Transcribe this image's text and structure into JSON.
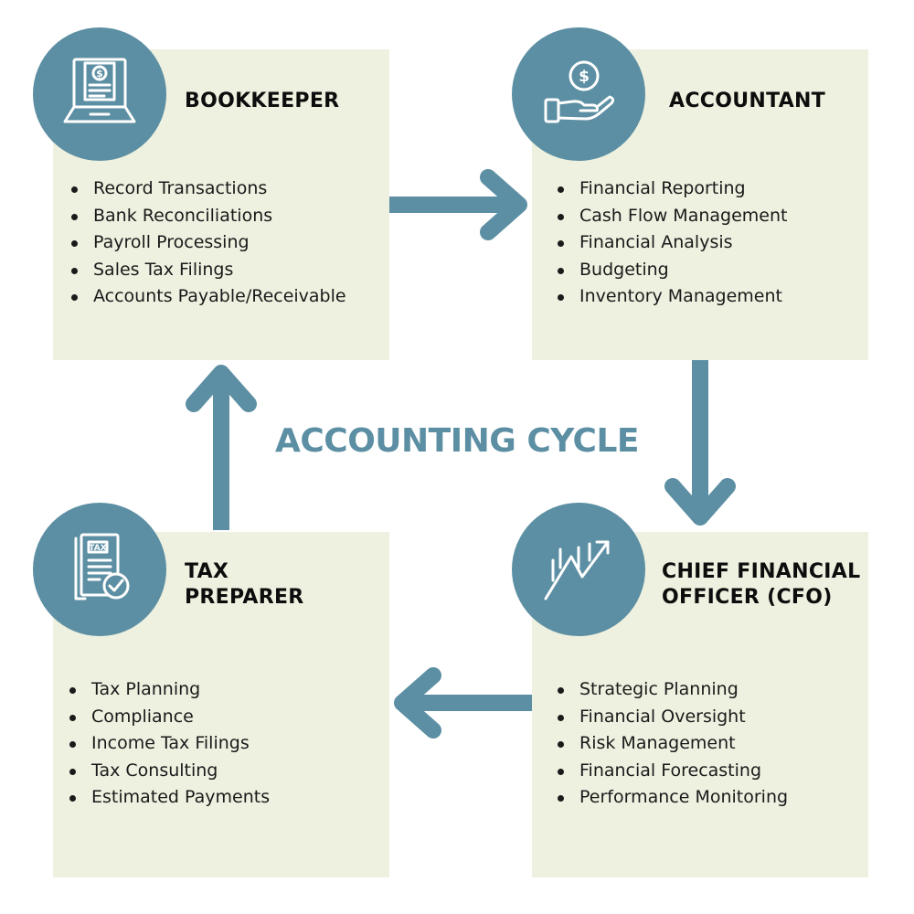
{
  "diagram_title": "ACCOUNTING CYCLE",
  "colors": {
    "accent": "#5c8fa3",
    "card_bg": "#eef1e0",
    "text": "#1a1a1a"
  },
  "cards": {
    "bookkeeper": {
      "title_lines": [
        "BOOKKEEPER"
      ],
      "icon": "laptop-invoice-icon",
      "items": [
        "Record Transactions",
        "Bank Reconciliations",
        "Payroll Processing",
        "Sales Tax Filings",
        "Accounts Payable/Receivable"
      ]
    },
    "accountant": {
      "title_lines": [
        "ACCOUNTANT"
      ],
      "icon": "hand-dollar-coin-icon",
      "items": [
        "Financial Reporting",
        "Cash Flow Management",
        "Financial Analysis",
        "Budgeting",
        "Inventory Management"
      ]
    },
    "tax_preparer": {
      "title_lines": [
        "TAX",
        "PREPARER"
      ],
      "icon": "tax-document-check-icon",
      "icon_text": "TAX",
      "items": [
        "Tax Planning",
        "Compliance",
        "Income Tax Filings",
        "Tax Consulting",
        "Estimated Payments"
      ]
    },
    "cfo": {
      "title_lines": [
        "CHIEF FINANCIAL",
        "OFFICER (CFO)"
      ],
      "icon": "growth-chart-icon",
      "items": [
        "Strategic Planning",
        "Financial Oversight",
        "Risk Management",
        "Financial Forecasting",
        "Performance Monitoring"
      ]
    }
  },
  "flow": [
    "bookkeeper",
    "accountant",
    "cfo",
    "tax_preparer",
    "bookkeeper"
  ]
}
